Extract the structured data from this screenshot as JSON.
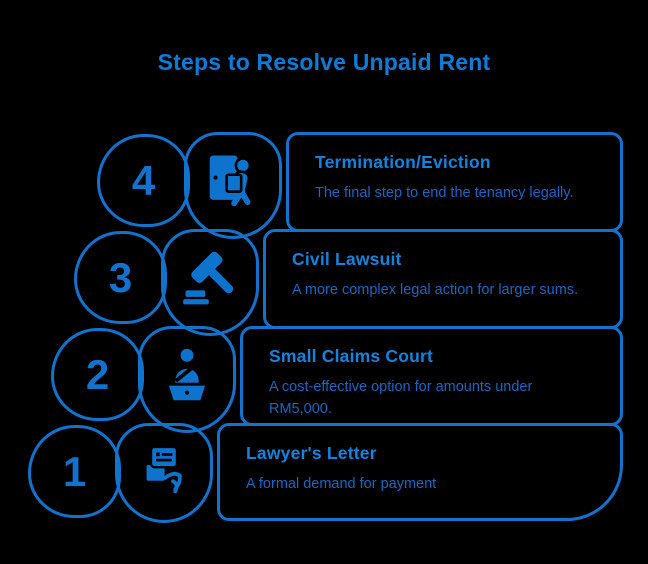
{
  "title": "Steps to Resolve Unpaid Rent",
  "colors": {
    "background": "#000000",
    "outline": "#1173ce",
    "title_text": "#0d7cd9",
    "heading_text": "#1184e0",
    "description_text": "#1767c7",
    "icon_fill": "#0d73cc"
  },
  "steps": [
    {
      "number": "4",
      "icon": "eviction-door-icon",
      "title": "Termination/Eviction",
      "description": "The final step to end the tenancy legally."
    },
    {
      "number": "3",
      "icon": "gavel-icon",
      "title": "Civil Lawsuit",
      "description": "A more complex legal action for larger sums."
    },
    {
      "number": "2",
      "icon": "judge-podium-icon",
      "title": "Small Claims Court",
      "description": "A cost-effective option for amounts under RM5,000."
    },
    {
      "number": "1",
      "icon": "letter-in-hand-icon",
      "title": "Lawyer's Letter",
      "description": "A formal demand for payment"
    }
  ]
}
